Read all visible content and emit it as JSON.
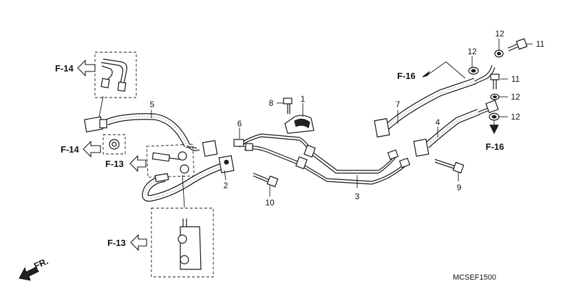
{
  "callouts": {
    "p1": "1",
    "p2": "2",
    "p3": "3",
    "p4": "4",
    "p5": "5",
    "p6": "6",
    "p7": "7",
    "p8": "8",
    "p9": "9",
    "p10": "10",
    "p11a": "11",
    "p11b": "11",
    "p12a": "12",
    "p12b": "12",
    "p12c": "12",
    "p12d": "12"
  },
  "references": {
    "f14_top": "F-14",
    "f14_mid": "F-14",
    "f13_mid": "F-13",
    "f13_bottom": "F-13",
    "f16_top": "F-16",
    "f16_right": "F-16"
  },
  "direction_label": "FR.",
  "diagram_code": "MCSEF1500"
}
